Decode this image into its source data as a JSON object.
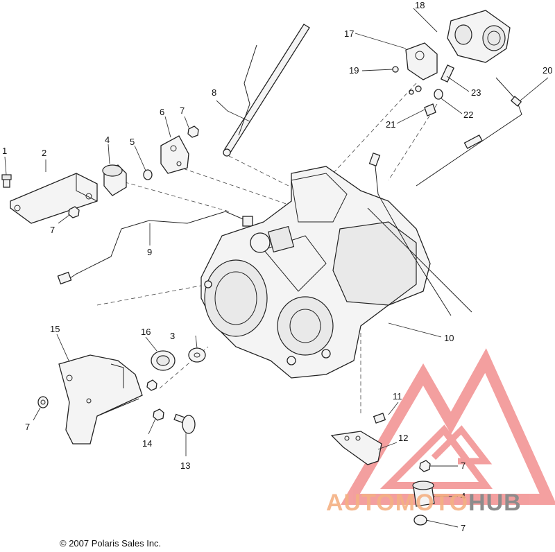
{
  "diagram": {
    "copyright": "© 2007 Polaris Sales Inc.",
    "callouts": {
      "c1": "1",
      "c2": "2",
      "c3": "3",
      "c4a": "4",
      "c4b": "4",
      "c5": "5",
      "c6": "6",
      "c7a": "7",
      "c7b": "7",
      "c7c": "7",
      "c7d": "7",
      "c7e": "7",
      "c8": "8",
      "c9": "9",
      "c10": "10",
      "c11": "11",
      "c12": "12",
      "c13": "13",
      "c14": "14",
      "c15": "15",
      "c16": "16",
      "c17": "17",
      "c18": "18",
      "c19": "19",
      "c20": "20",
      "c21": "21",
      "c22": "22",
      "c23": "23"
    }
  },
  "watermark": {
    "text_auto": "AUTOMOTO",
    "text_hub": "HUB",
    "accent_color": "#f4b183",
    "logo_color": "#f08080",
    "hub_color": "#8c8c8c"
  }
}
